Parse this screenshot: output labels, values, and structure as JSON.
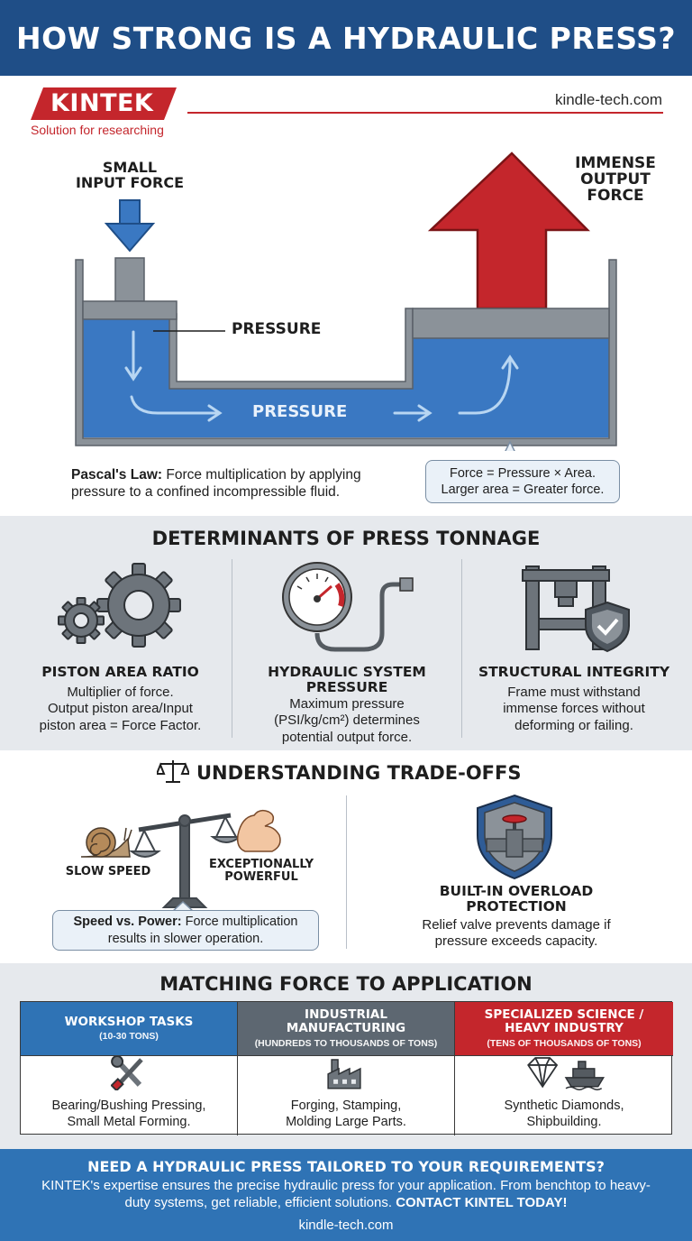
{
  "header": {
    "title": "HOW STRONG IS A HYDRAULIC PRESS?"
  },
  "brand": {
    "logo": "KINTEK",
    "tagline": "Solution for researching",
    "website": "kindle-tech.com",
    "brand_color": "#c4262c"
  },
  "diagram": {
    "input_label_line1": "SMALL",
    "input_label_line2": "INPUT FORCE",
    "output_label_line1": "IMMENSE",
    "output_label_line2": "OUTPUT",
    "output_label_line3": "FORCE",
    "pressure_label": "PRESSURE",
    "flow_label": "PRESSURE",
    "pascal_title": "Pascal's Law:",
    "pascal_text": " Force multiplication by applying pressure to a confined incompressible fluid.",
    "formula_line1": "Force = Pressure × Area.",
    "formula_line2": "Larger area = Greater force.",
    "fluid_color": "#3a78c2",
    "output_arrow_color": "#c4262c"
  },
  "determinants": {
    "title": "DETERMINANTS OF PRESS TONNAGE",
    "items": [
      {
        "icon": "gears-icon",
        "title_line1": "PISTON AREA RATIO",
        "title_line2": "",
        "desc_line1": "Multiplier of force.",
        "desc_line2": "Output piston area/Input",
        "desc_line3": "piston area = Force Factor."
      },
      {
        "icon": "pressure-gauge-icon",
        "title_line1": "HYDRAULIC SYSTEM",
        "title_line2": "PRESSURE",
        "desc_line1": "Maximum pressure",
        "desc_line2": "(PSI/kg/cm²) determines",
        "desc_line3": "potential output force."
      },
      {
        "icon": "press-frame-shield-icon",
        "title_line1": "STRUCTURAL INTEGRITY",
        "title_line2": "",
        "desc_line1": "Frame must withstand",
        "desc_line2": "immense forces without",
        "desc_line3": "deforming or failing."
      }
    ]
  },
  "tradeoffs": {
    "title": "UNDERSTANDING TRADE-OFFS",
    "slow_label": "SLOW SPEED",
    "powerful_line1": "EXCEPTIONALLY",
    "powerful_line2": "POWERFUL",
    "speed_title": "Speed vs. Power:",
    "speed_text": " Force multiplication",
    "speed_text2": "results in slower operation.",
    "overload_title_line1": "BUILT-IN OVERLOAD",
    "overload_title_line2": "PROTECTION",
    "overload_desc_line1": "Relief valve prevents damage if",
    "overload_desc_line2": "pressure exceeds capacity."
  },
  "matching": {
    "title": "MATCHING FORCE TO APPLICATION",
    "columns": [
      {
        "header_line1": "WORKSHOP TASKS",
        "header_line2": "",
        "range": "(10-30 TONS)",
        "color": "#2f73b5",
        "icon": "wrench-screwdriver-icon",
        "uses_line1": "Bearing/Bushing Pressing,",
        "uses_line2": "Small Metal Forming."
      },
      {
        "header_line1": "INDUSTRIAL",
        "header_line2": "MANUFACTURING",
        "range": "(HUNDREDS TO THOUSANDS OF TONS)",
        "color": "#5d6771",
        "icon": "factory-icon",
        "uses_line1": "Forging, Stamping,",
        "uses_line2": "Molding Large Parts."
      },
      {
        "header_line1": "SPECIALIZED SCIENCE /",
        "header_line2": "HEAVY INDUSTRY",
        "range": "(TENS OF THOUSANDS OF TONS)",
        "color": "#c4262c",
        "icon": "diamond-ship-icon",
        "uses_line1": "Synthetic Diamonds,",
        "uses_line2": "Shipbuilding."
      }
    ]
  },
  "cta": {
    "title": "NEED A HYDRAULIC PRESS TAILORED TO YOUR REQUIREMENTS?",
    "body": "KINTEK's expertise ensures the precise hydraulic press for your application. From benchtop to heavy-duty systems, get reliable, efficient solutions. ",
    "emphasis": "CONTACT KINTEL TODAY!",
    "website": "kindle-tech.com"
  }
}
